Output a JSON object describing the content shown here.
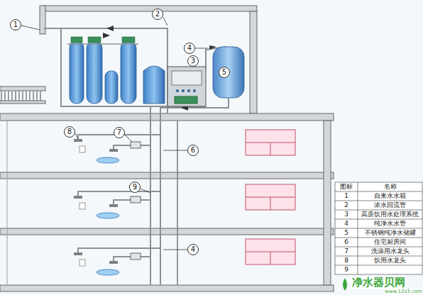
{
  "diagram": {
    "labels": [
      "1",
      "2",
      "3",
      "4",
      "5",
      "8",
      "7",
      "6",
      "9",
      "4",
      "图标",
      "名称",
      "1",
      "自来水水箱",
      "2",
      "浓水回流管",
      "3",
      "高质饮用水处理系统",
      "4",
      "纯净水水管",
      "5",
      "不锈钢纯净水储罐",
      "6",
      "住宅厨房间",
      "7",
      "洗涤用水龙头",
      "8",
      "饮用水龙头",
      "9",
      "净水器贝网",
      "www.12s3.com"
    ]
  }
}
